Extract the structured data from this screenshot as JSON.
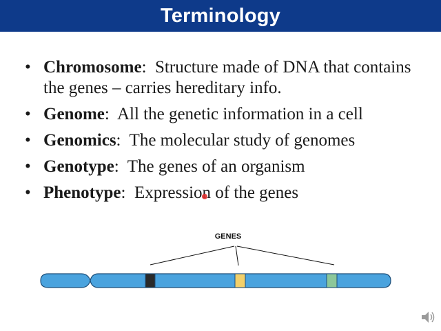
{
  "title": "Terminology",
  "bullets": [
    {
      "term": "Chromosome",
      "definition": "Structure made of DNA that contains the genes – carries hereditary info."
    },
    {
      "term": "Genome",
      "definition": "All the genetic information in a cell"
    },
    {
      "term": "Genomics",
      "definition": "The molecular study of genomes"
    },
    {
      "term": "Genotype",
      "definition": "The genes of an organism"
    },
    {
      "term": "Phenotype",
      "definition": "Expression of the genes"
    }
  ],
  "bullet_symbol": "•",
  "diagram": {
    "label": "GENES",
    "chromosome_color": "#4aa3de",
    "gene_band_colors": [
      "#2a2a2a",
      "#f2d06b",
      "#8cc79a"
    ]
  },
  "icons": {
    "speaker": "speaker-icon",
    "pointer": "laser-pointer-icon"
  },
  "colors": {
    "title_bar": "#0e3a8a",
    "title_text": "#ffffff",
    "body_text": "#1a1a1a"
  }
}
